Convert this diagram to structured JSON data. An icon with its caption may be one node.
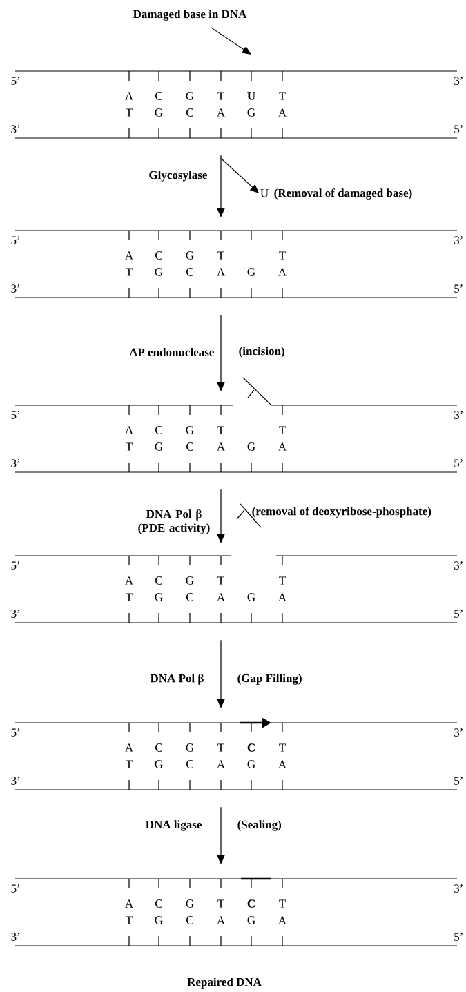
{
  "diagram": {
    "nodes": [
      {
        "text": [
          "Damaged base in DNA"
        ]
      },
      {
        "text": [
          "5’",
          "3’",
          "A",
          "C",
          "G",
          "T",
          "U",
          "T",
          "T",
          "G",
          "C",
          "A",
          "G",
          "A",
          "3’",
          "5’"
        ]
      },
      {
        "text": [
          "U"
        ],
        "beside": [
          "(Removal of damaged base)"
        ]
      },
      {
        "text": [
          "5’",
          "3’",
          "A",
          "C",
          "G",
          "T",
          "T",
          "T",
          "G",
          "C",
          "A",
          "G",
          "A",
          "3’",
          "5’"
        ]
      },
      {
        "text": [
          "5’",
          "3’",
          "A",
          "C",
          "G",
          "T",
          "T",
          "T",
          "G",
          "C",
          "A",
          "G",
          "A",
          "3’",
          "5’"
        ]
      },
      {
        "text": [
          "5’",
          "3’",
          "A",
          "C",
          "G",
          "T",
          "T",
          "T",
          "G",
          "C",
          "A",
          "G",
          "A",
          "3’",
          "5’"
        ]
      },
      {
        "text": [
          "5’",
          "3’",
          "A",
          "C",
          "G",
          "T",
          "C",
          "T",
          "T",
          "G",
          "C",
          "A",
          "G",
          "A",
          "3’",
          "5’"
        ]
      },
      {
        "text": [
          "5’",
          "3’",
          "A",
          "C",
          "G",
          "T",
          "C",
          "T",
          "T",
          "G",
          "C",
          "A",
          "G",
          "A",
          "3’",
          "5’"
        ],
        "beside": [
          "Repaired DNA"
        ]
      }
    ],
    "edges": [
      {
        "from": 0,
        "to": 1,
        "arrow": "to"
      },
      {
        "from": 1,
        "to": 3,
        "arrow": "to",
        "label": "Glycosylase"
      },
      {
        "from": 1,
        "to": 2,
        "arrow": "to"
      },
      {
        "from": 3,
        "to": 4,
        "arrow": "to",
        "label": "AP endonuclease"
      },
      {
        "from": 4,
        "to": 5,
        "arrow": "to",
        "label": "DNA Pol β (PDE activity)"
      },
      {
        "from": 5,
        "to": 6,
        "arrow": "to",
        "label": "DNA Pol β"
      },
      {
        "from": 6,
        "to": 7,
        "arrow": "to",
        "label": "DNA ligase"
      }
    ],
    "labels": [
      "(incision)",
      "(removal of deoxyribose-phosphate)",
      "(Gap Filling)",
      "(Sealing)"
    ]
  }
}
